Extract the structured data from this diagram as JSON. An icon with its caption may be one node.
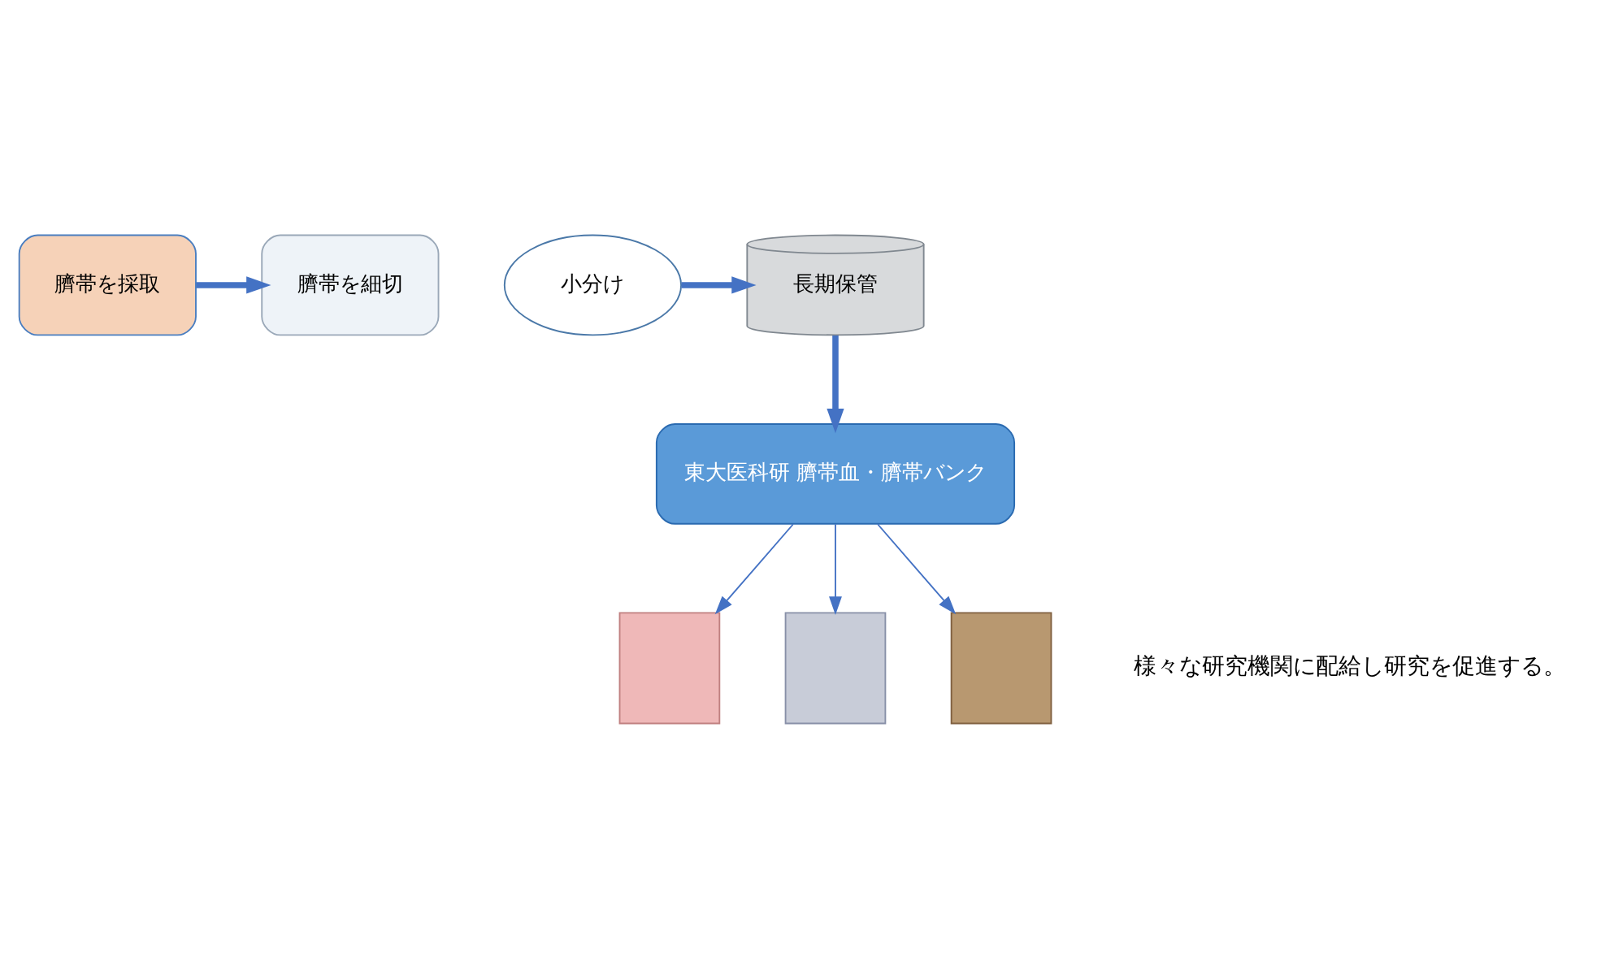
{
  "diagram": {
    "nodes": [
      {
        "text": [
          "臍帯を採取"
        ]
      },
      {
        "text": [
          "臍帯を細切"
        ]
      },
      {
        "text": [
          "小分け"
        ]
      },
      {
        "text": [
          "長期保管"
        ]
      },
      {
        "text": [
          "東大医科研 臍帯血・臍帯バンク"
        ]
      },
      {
        "text": [],
        "shape": "box"
      },
      {
        "text": [],
        "shape": "box"
      },
      {
        "text": [],
        "shape": "box"
      }
    ],
    "edges": [
      {
        "from": 0,
        "to": 1,
        "arrow": "to",
        "style": "thick"
      },
      {
        "from": 2,
        "to": 3,
        "arrow": "to",
        "style": "thick"
      },
      {
        "from": 3,
        "to": 4,
        "arrow": "to",
        "style": "thick"
      },
      {
        "from": 4,
        "to": 5,
        "arrow": "to"
      },
      {
        "from": 4,
        "to": 6,
        "arrow": "to"
      },
      {
        "from": 4,
        "to": 7,
        "arrow": "to"
      }
    ],
    "labels": [
      "様々な研究機関に配給し研究を促進する。"
    ]
  }
}
